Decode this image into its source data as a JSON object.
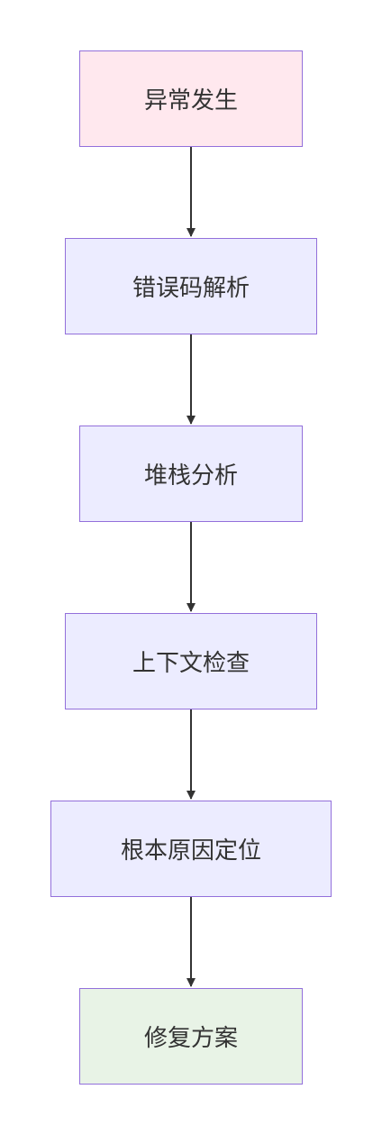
{
  "colors": {
    "node_fill_default": "#ececff",
    "node_fill_start": "#ffe8ee",
    "node_fill_end": "#e8f3e6",
    "node_border": "#9370db",
    "edge": "#333333",
    "text": "#333333"
  },
  "nodes": [
    {
      "id": "n1",
      "label": "异常发生",
      "style": "start"
    },
    {
      "id": "n2",
      "label": "错误码解析",
      "style": "default"
    },
    {
      "id": "n3",
      "label": "堆栈分析",
      "style": "default"
    },
    {
      "id": "n4",
      "label": "上下文检查",
      "style": "default"
    },
    {
      "id": "n5",
      "label": "根本原因定位",
      "style": "default"
    },
    {
      "id": "n6",
      "label": "修复方案",
      "style": "end"
    }
  ],
  "edges": [
    {
      "from": "n1",
      "to": "n2"
    },
    {
      "from": "n2",
      "to": "n3"
    },
    {
      "from": "n3",
      "to": "n4"
    },
    {
      "from": "n4",
      "to": "n5"
    },
    {
      "from": "n5",
      "to": "n6"
    }
  ]
}
